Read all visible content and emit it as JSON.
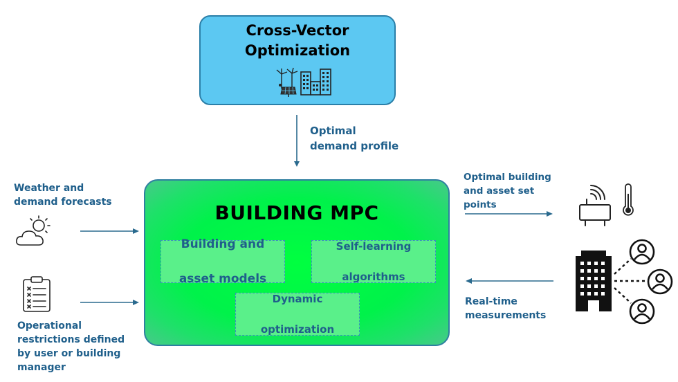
{
  "cross_vector": {
    "title_line1": "Cross-Vector",
    "title_line2": "Optimization",
    "icons": [
      "wind-turbine-icon",
      "solar-panel-icon",
      "city-buildings-icon"
    ]
  },
  "arrow_top": {
    "label_line1": "Optimal",
    "label_line2": "demand profile"
  },
  "mpc": {
    "title": "BUILDING MPC",
    "modules": [
      {
        "line1": "Building and",
        "line2": "asset models"
      },
      {
        "line1": "Self-learning",
        "line2": "algorithms"
      },
      {
        "line1": "Dynamic",
        "line2": "optimization"
      }
    ]
  },
  "inputs_left": {
    "weather": {
      "line1": "Weather and",
      "line2": "demand forecasts",
      "icon": "weather-cloud-sun-icon"
    },
    "restrictions": {
      "line1": "Operational",
      "line2": "restrictions defined",
      "line3": "by user or building",
      "line4": "manager",
      "icon": "checklist-clipboard-icon"
    }
  },
  "outputs_right": {
    "setpoints": {
      "line1": "Optimal building",
      "line2": "and asset set",
      "line3": "points"
    },
    "measurements": {
      "line1": "Real-time",
      "line2": "measurements"
    },
    "icons": [
      "wireless-router-icon",
      "thermometer-icon",
      "office-building-icon",
      "user-icon"
    ]
  },
  "colors": {
    "label": "#1f5f8b",
    "cross_vector_fill": "#5cc8f2",
    "mpc_fill": "#00ff40",
    "module_fill": "#5af08a",
    "arrow": "#2a6a8e"
  }
}
